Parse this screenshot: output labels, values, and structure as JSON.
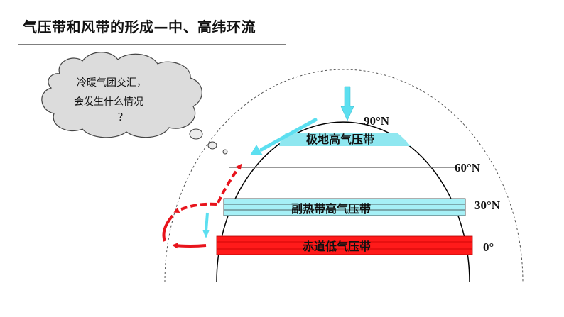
{
  "title": "气压带和风带的形成—中、高纬环流",
  "thought_bubble": {
    "line1": "冷暖气团交汇，",
    "line2": "会发生什么情况",
    "line3": "？"
  },
  "latitudes": {
    "lat90": "90°N",
    "lat60": "60°N",
    "lat30": "30°N",
    "lat0": "0°"
  },
  "bands": {
    "polar_high": "极地高气压带",
    "subtropical_high": "副热带高气压带",
    "equatorial_low": "赤道低气压带"
  },
  "colors": {
    "polar_band": "#8fe7f0",
    "subtropical_band": "#a6f0f6",
    "equatorial_band": "#ff1a1a",
    "cold_arrow": "#5cdff0",
    "warm_arrow": "#e8141c",
    "cloud_fill": "#dcdcdc"
  }
}
